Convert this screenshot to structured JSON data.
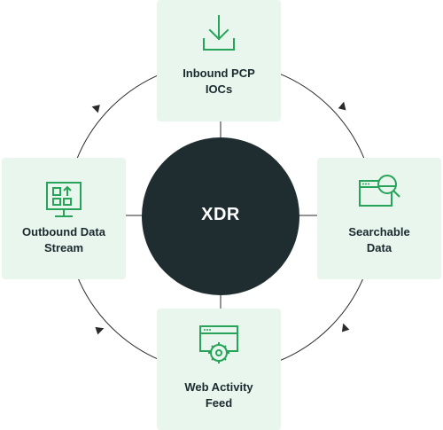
{
  "hub": {
    "label": "XDR"
  },
  "nodes": {
    "top": {
      "label": "Inbound PCP\nIOCs",
      "icon": "download-icon"
    },
    "right": {
      "label": "Searchable\nData",
      "icon": "browser-search-icon"
    },
    "bottom": {
      "label": "Web Activity\nFeed",
      "icon": "browser-gear-icon"
    },
    "left": {
      "label": "Outbound Data\nStream",
      "icon": "monitor-upload-icon"
    }
  },
  "colors": {
    "node_fill": "#e8f6ed",
    "icon_stroke": "#27a35a",
    "hub_fill": "#1f2d31",
    "line": "#2a2a2a"
  }
}
